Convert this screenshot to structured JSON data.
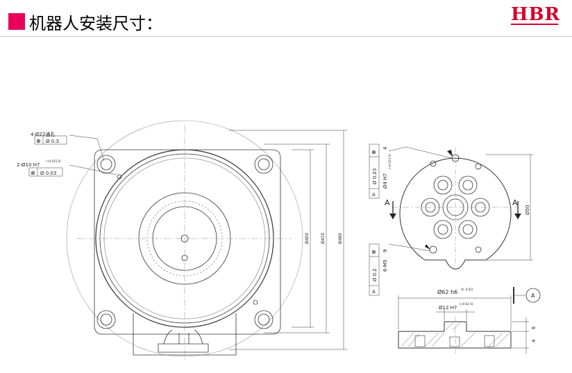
{
  "header": {
    "title": "机器人安装尺寸：",
    "logo": "HBR",
    "accent_color": "#e8005a",
    "logo_color": "#d4002a"
  },
  "drawing": {
    "left_view": {
      "note_holes": "4-Ø22通孔",
      "note_holes_tol": "Ø 0.3",
      "note_pins": "2-Ø10 H7",
      "note_pins_fit": "(+0.015 0)",
      "note_pins_tol": "Ø 0.03",
      "dim_1": "Ø400",
      "dim_2": "Ø410",
      "dim_3": "Ø480"
    },
    "right_view": {
      "note_pin": "Ø4 H7",
      "note_pin_fit": "(+0.012 0)",
      "note_pin_depth": "4",
      "note_pin_tol": "Ø 0.03",
      "note_datum": "A",
      "section_left": "A",
      "section_right": "A",
      "dim_dia": "Ø50",
      "note_screws": "6-M5",
      "note_screws_depth": "9",
      "note_screws_tol": "Ø 0.2",
      "note_screws_datum": "A"
    },
    "section_view": {
      "dim_outer": "Ø62 h6",
      "dim_outer_fit": "(0 -0.02)",
      "dim_inner": "Ø12 H7",
      "dim_inner_fit": "(+0.02 0)",
      "datum": "A",
      "dim_h1": "6",
      "dim_h2": "4"
    }
  }
}
